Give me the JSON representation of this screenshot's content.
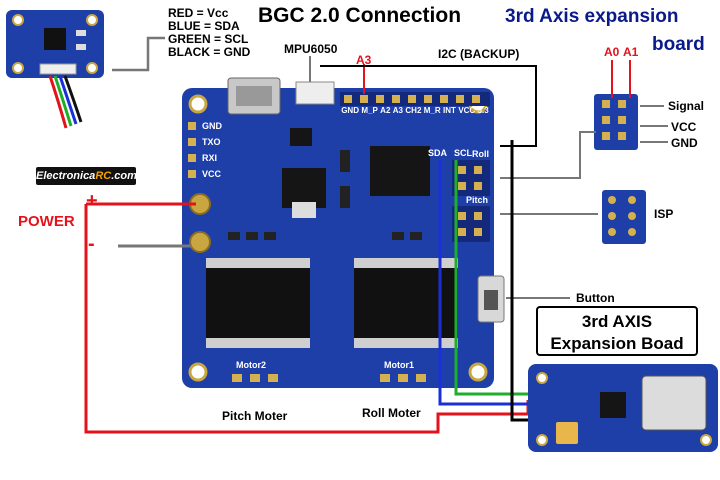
{
  "title": "BGC 2.0 Connection",
  "expansion_heading": {
    "line1": "3rd Axis expansion",
    "line2": "board"
  },
  "wire_legend": [
    "RED = Vcc",
    "BLUE = SDA",
    "GREEN = SCL",
    "BLACK = GND"
  ],
  "labels": {
    "mpu": "MPU6050",
    "i2c": "I2C (BACKUP)",
    "a3": "A3",
    "a0": "A0",
    "a1": "A1",
    "signal": "Signal",
    "vcc": "VCC",
    "gnd": "GND",
    "isp": "ISP",
    "button": "Button",
    "power": "POWER",
    "plus": "+",
    "minus": "-",
    "pitch_motor": "Pitch Moter",
    "roll_motor": "Roll Moter"
  },
  "expansion_box": {
    "line1": "3rd AXIS",
    "line2": "Expansion Boad"
  },
  "logo": {
    "part1": "Electronica",
    "part2": "RC",
    "part3": ".com"
  },
  "board_silk": {
    "left_pins": [
      "GND",
      "TXO",
      "RXI",
      "VCC"
    ],
    "header_pins": [
      "GND",
      "M_P",
      "A2",
      "A3",
      "CH2",
      "M_R",
      "INT",
      "VCC",
      "3.3"
    ],
    "sda": "SDA",
    "scl": "SCL",
    "roll": "Roll",
    "pitch": "Pitch",
    "motor2": "Motor2",
    "motor1": "Motor1"
  },
  "colors": {
    "board": "#1e3fa8",
    "red_wire": "#e3121b",
    "blue_wire": "#1a2fd8",
    "green_wire": "#1fae2a",
    "black_wire": "#000000",
    "heading_blue": "#0a1a8a"
  }
}
